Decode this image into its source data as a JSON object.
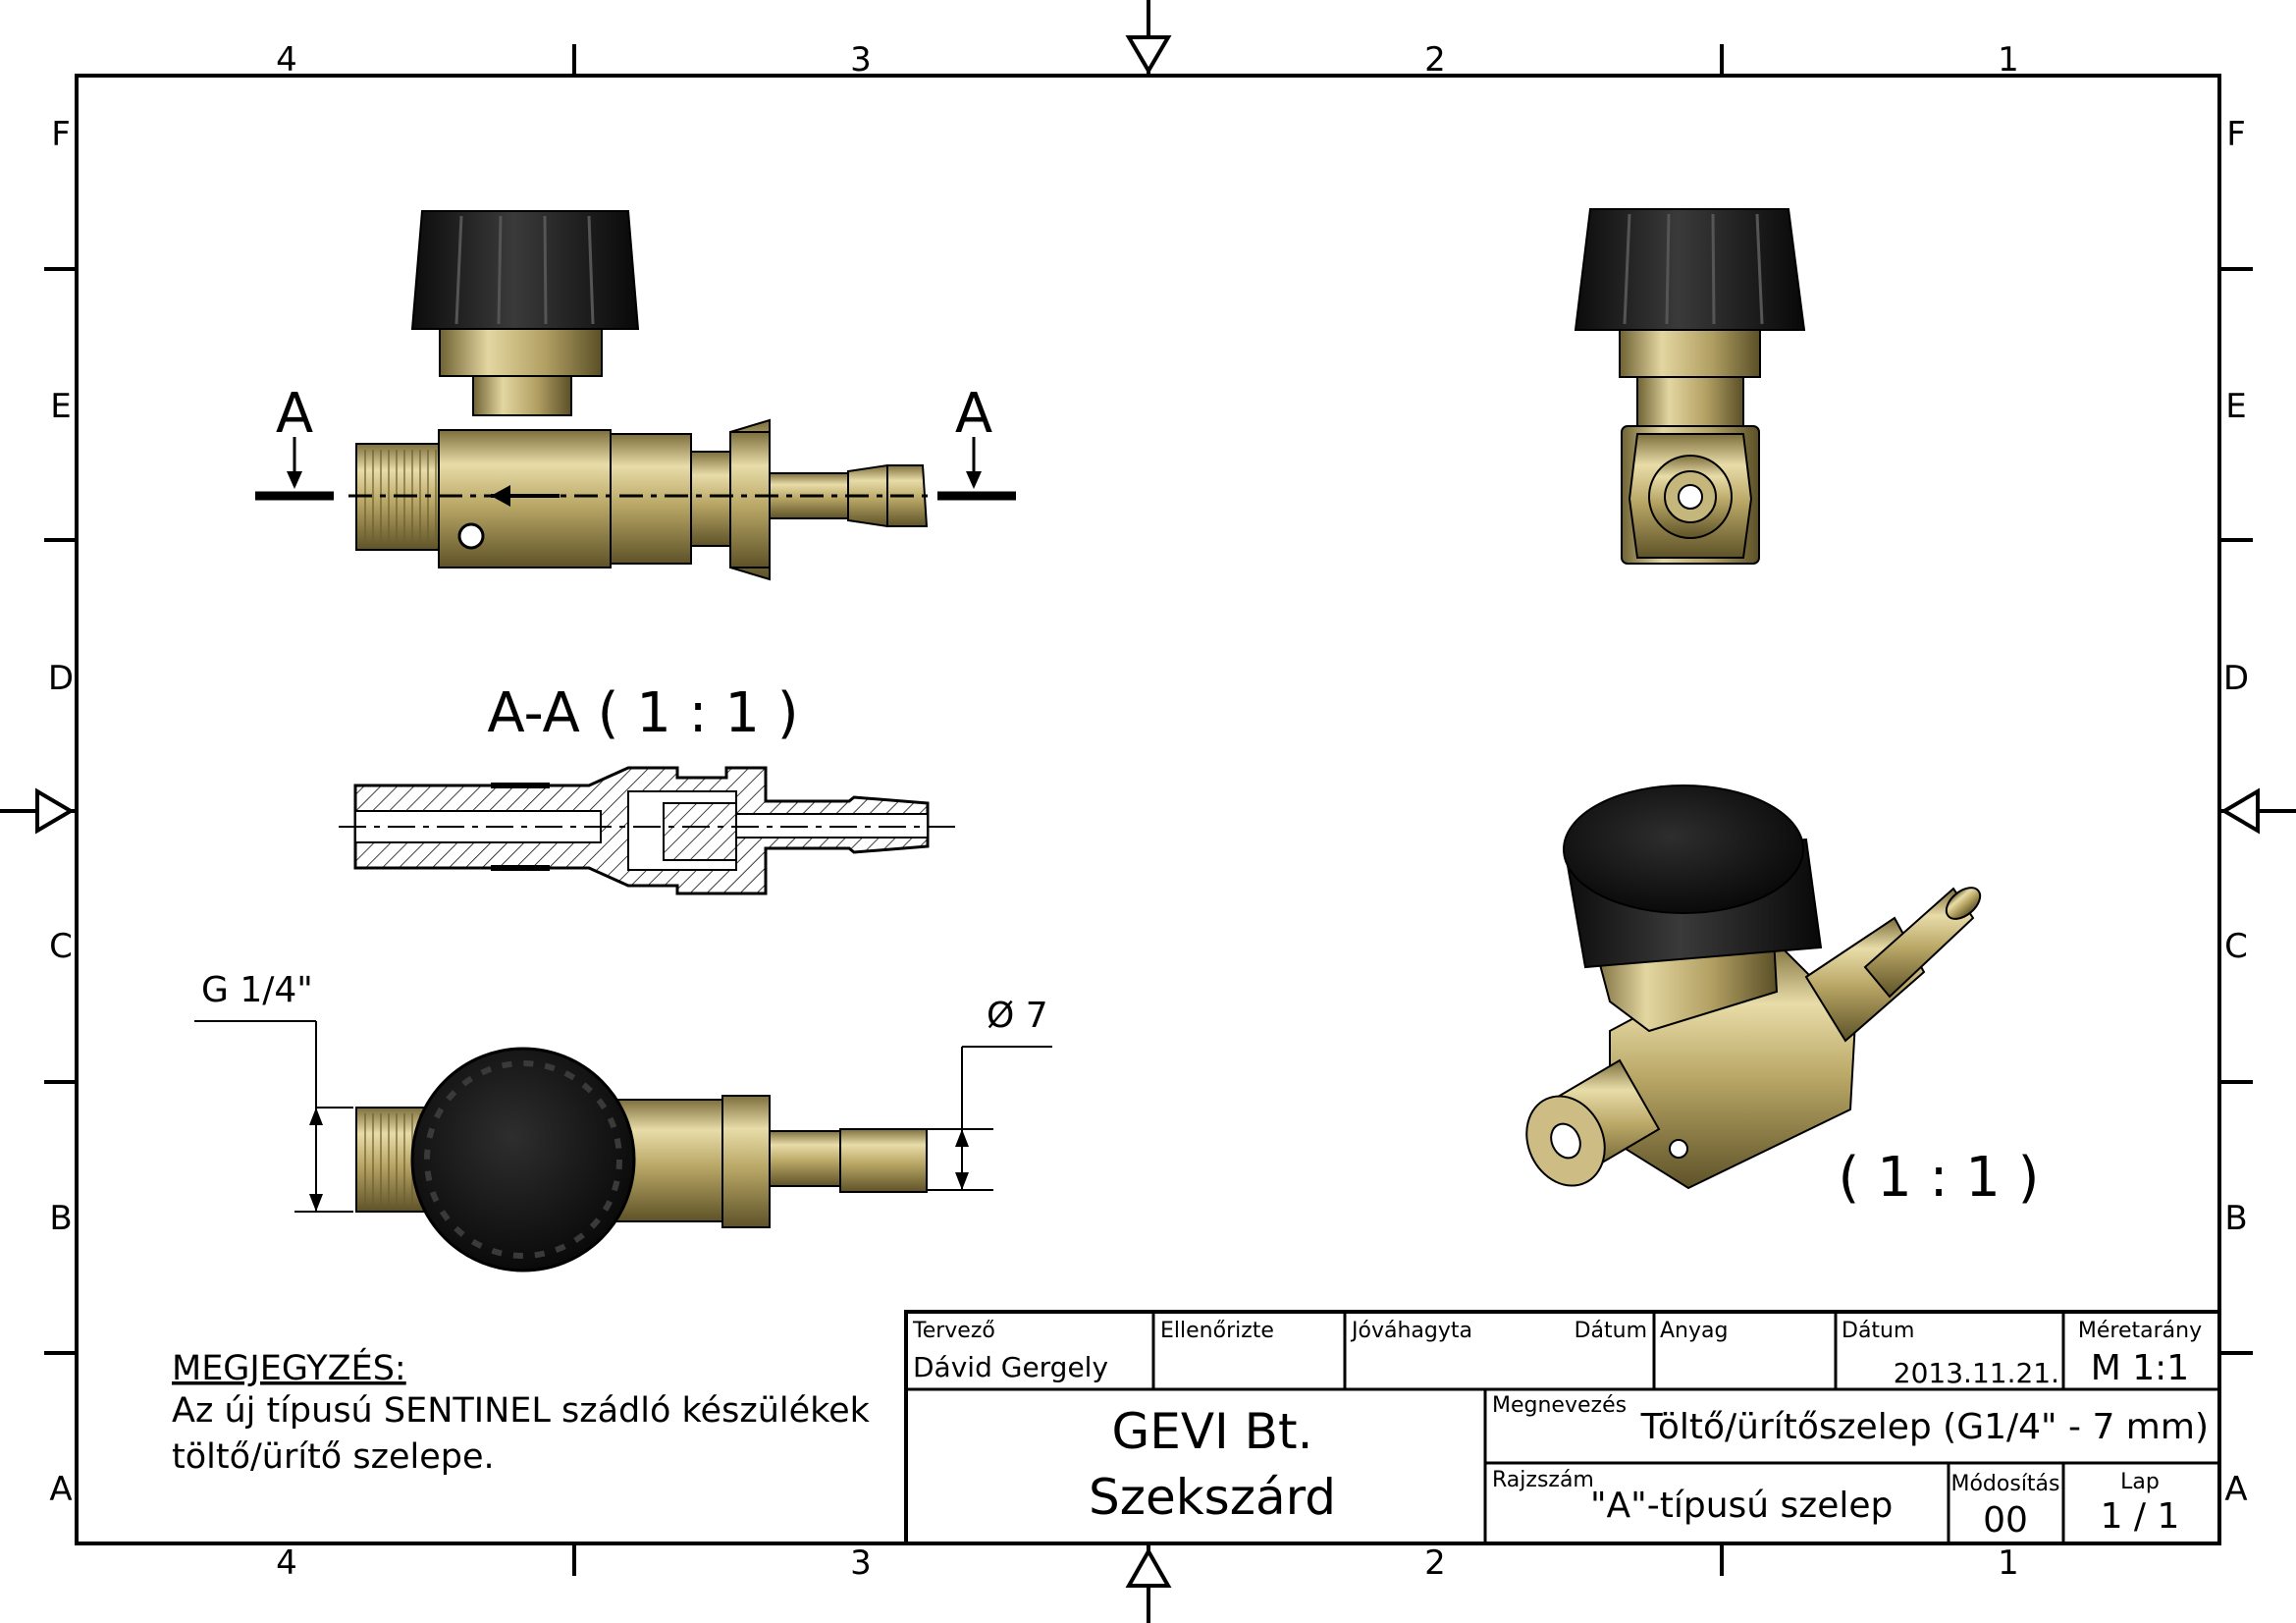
{
  "zones": {
    "columns": [
      "4",
      "3",
      "2",
      "1"
    ],
    "rows": [
      "F",
      "E",
      "D",
      "C",
      "B",
      "A"
    ]
  },
  "section": {
    "cut_letter_left": "A",
    "cut_letter_right": "A",
    "view_label": "A-A ( 1 : 1 )"
  },
  "dimensions": {
    "thread": "G 1/4\"",
    "hose": "Ø 7"
  },
  "iso_scale": "( 1 : 1 )",
  "note": {
    "heading": "MEGJEGYZÉS:",
    "line1": "Az új típusú SENTINEL szádló készülékek",
    "line2": "töltő/ürítő szelepe."
  },
  "title_block": {
    "designer_label": "Tervező",
    "designer": "Dávid Gergely",
    "checked_label": "Ellenőrizte",
    "approved_label": "Jóváhagyta",
    "date_label_1": "Dátum",
    "material_label": "Anyag",
    "date_label_2": "Dátum",
    "date": "2013.11.21.",
    "scale_label": "Méretarány",
    "scale": "M 1:1",
    "company_line1": "GEVI Bt.",
    "company_line2": "Szekszárd",
    "name_label": "Megnevezés",
    "name": "Töltő/ürítőszelep (G1/4\" - 7 mm)",
    "drawing_no_label": "Rajzszám",
    "drawing_no": "\"A\"-típusú szelep",
    "revision_label": "Módosítás",
    "revision": "00",
    "sheet_label": "Lap",
    "sheet": "1 / 1"
  },
  "colors": {
    "brass": "#c9b77a",
    "brass_dark": "#8a7a45",
    "knob": "#1a1a1a",
    "line": "#000000"
  }
}
